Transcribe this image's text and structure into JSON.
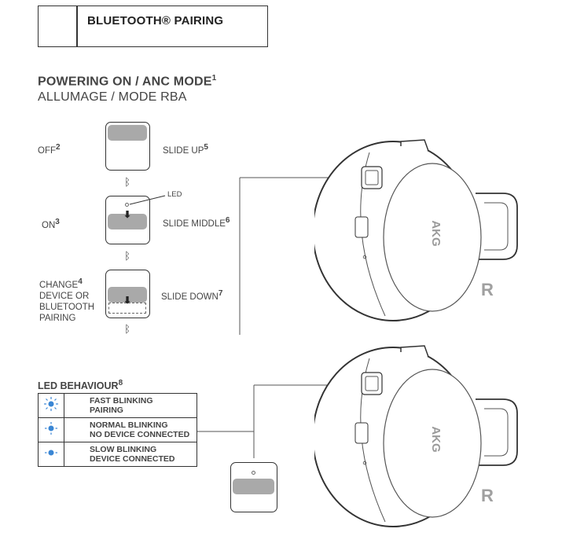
{
  "header": {
    "title": "BLUETOOTH® PAIRING"
  },
  "section": {
    "title": "POWERING ON / ANC MODE",
    "title_footnote": "1",
    "subtitle": "ALLUMAGE / MODE RBA"
  },
  "switch_states": [
    {
      "state": "OFF",
      "state_footnote": "2",
      "action": "SLIDE UP",
      "action_footnote": "5"
    },
    {
      "state": "ON",
      "state_footnote": "3",
      "action": "SLIDE MIDDLE",
      "action_footnote": "6"
    },
    {
      "state_lines": [
        "CHANGE",
        "DEVICE OR",
        "BLUETOOTH",
        "PAIRING"
      ],
      "state_footnote": "4",
      "action": "SLIDE DOWN",
      "action_footnote": "7"
    }
  ],
  "led_label": "LED",
  "bluetooth_symbol": "ᛒ",
  "headphone_brand": "AKG",
  "headphone_side": "R",
  "led_behaviour": {
    "title": "LED BEHAVIOUR",
    "title_footnote": "8",
    "rows": [
      {
        "line1": "FAST BLINKING",
        "line2": "PAIRING",
        "icon": "led-fast-blink-icon"
      },
      {
        "line1": "NORMAL BLINKING",
        "line2": "NO DEVICE CONNECTED",
        "icon": "led-normal-blink-icon"
      },
      {
        "line1": "SLOW BLINKING",
        "line2": "DEVICE CONNECTED",
        "icon": "led-slow-blink-icon"
      }
    ]
  },
  "colors": {
    "led_blue": "#3a86d4",
    "line": "#333333",
    "knob": "#a9a9a9",
    "earcup_text": "#9a9a9a"
  }
}
